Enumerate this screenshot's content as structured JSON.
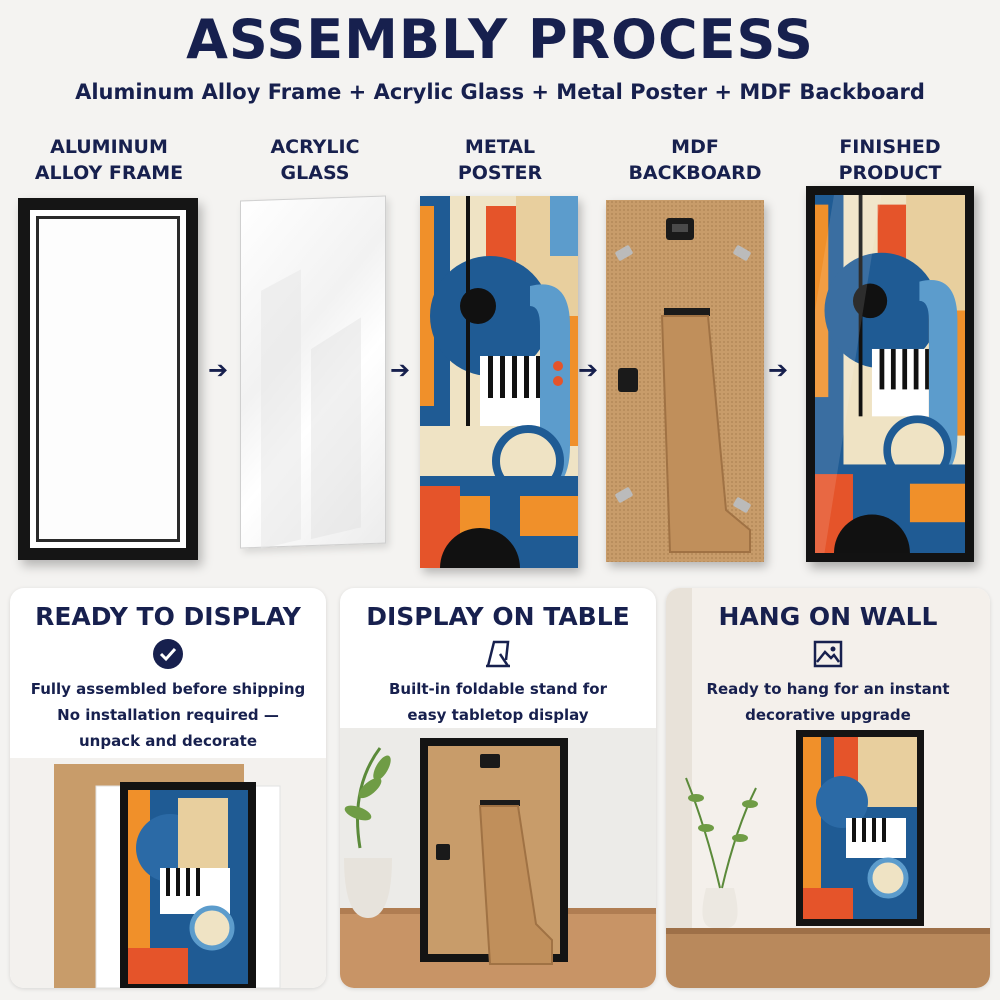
{
  "header": {
    "title": "ASSEMBLY PROCESS",
    "subtitle": "Aluminum Alloy Frame + Acrylic Glass + Metal Poster + MDF Backboard"
  },
  "steps": [
    {
      "line1": "ALUMINUM",
      "line2": "ALLOY FRAME"
    },
    {
      "line1": "ACRYLIC",
      "line2": "GLASS"
    },
    {
      "line1": "METAL",
      "line2": "POSTER"
    },
    {
      "line1": "MDF",
      "line2": "BACKBOARD"
    },
    {
      "line1": "FINISHED",
      "line2": "PRODUCT"
    }
  ],
  "arrow_glyph": "➔",
  "cards": [
    {
      "title": "READY TO DISPLAY",
      "icon": "check-circle-icon",
      "lines": [
        "Fully assembled before shipping",
        "No installation required —",
        "unpack and decorate"
      ]
    },
    {
      "title": "DISPLAY ON TABLE",
      "icon": "easel-stand-icon",
      "lines": [
        "Built-in foldable stand for",
        "easy tabletop display"
      ]
    },
    {
      "title": "HANG ON WALL",
      "icon": "picture-icon",
      "lines": [
        "Ready to hang for an instant",
        "decorative upgrade"
      ]
    }
  ],
  "colors": {
    "navy": "#17204e",
    "orange": "#f0902a",
    "red_orange": "#e5542a",
    "blue": "#1f5b94",
    "light_blue": "#5c9ccc",
    "cream": "#efe3c4",
    "kraft": "#c89c6a",
    "frame_black": "#141414"
  }
}
